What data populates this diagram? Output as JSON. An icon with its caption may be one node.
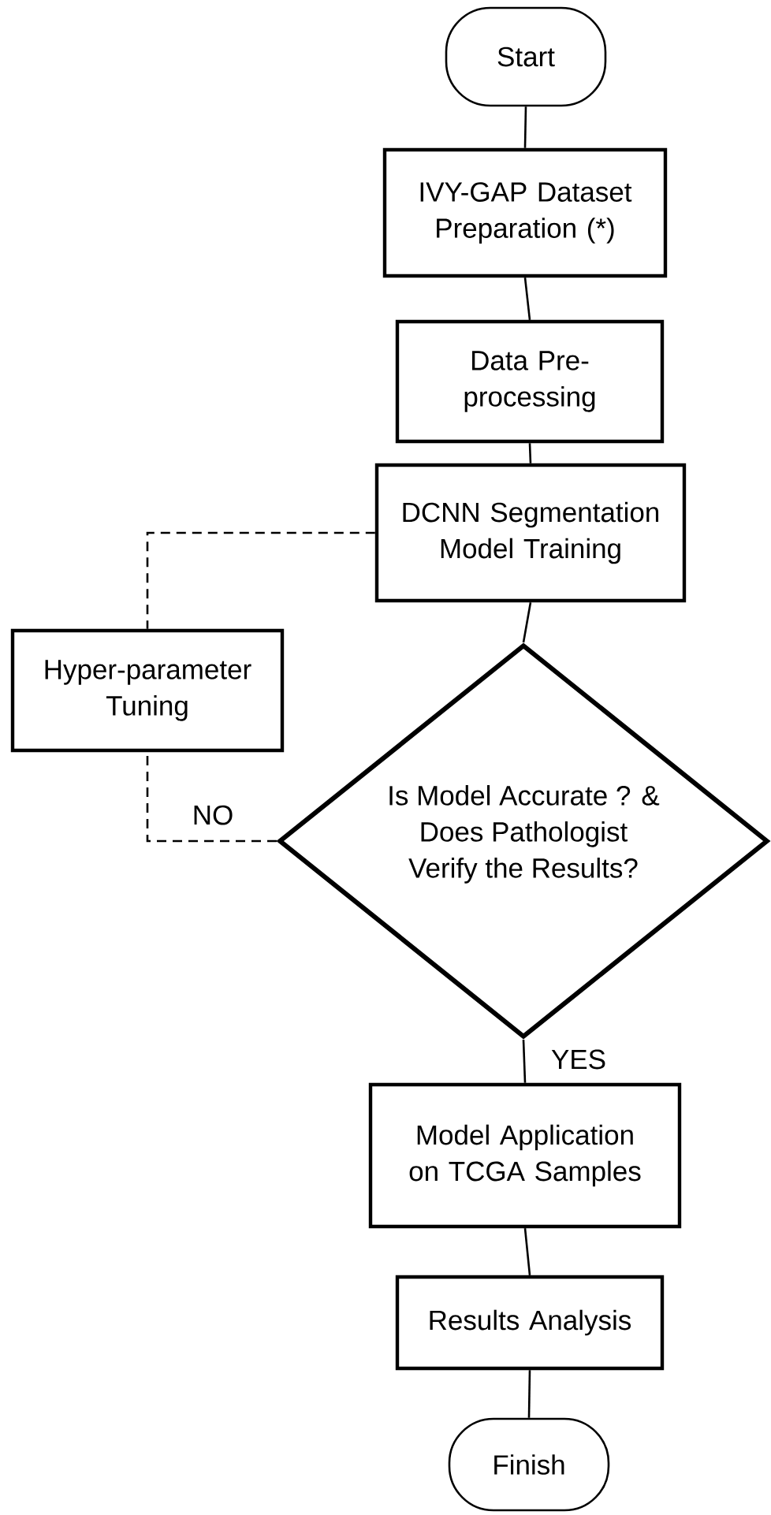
{
  "diagram": {
    "nodes": [
      {
        "text": [
          "Start"
        ]
      },
      {
        "text": [
          "IVY-GAP Dataset Preparation (*)"
        ]
      },
      {
        "text": [
          "Data Pre-processing"
        ]
      },
      {
        "text": [
          "DCNN Segmentation Model Training"
        ]
      },
      {
        "text": [
          "Hyper-parameter Tuning"
        ]
      },
      {
        "text": [
          "Is Model Accurate ? & Does Pathologist Verify the Results?"
        ]
      },
      {
        "text": [
          "Model Application on TCGA Samples"
        ]
      },
      {
        "text": [
          "Results Analysis"
        ]
      },
      {
        "text": [
          "Finish"
        ]
      }
    ],
    "edges": [
      {
        "from": 0,
        "to": 1,
        "arrow": "none"
      },
      {
        "from": 1,
        "to": 2,
        "arrow": "none"
      },
      {
        "from": 2,
        "to": 3,
        "arrow": "none"
      },
      {
        "from": 3,
        "to": 5,
        "arrow": "none"
      },
      {
        "from": 3,
        "to": 4,
        "arrow": "none",
        "style": "dashed"
      },
      {
        "from": 5,
        "to": 4,
        "arrow": "none",
        "style": "dashed",
        "label": "NO"
      },
      {
        "from": 5,
        "to": 6,
        "arrow": "none",
        "label": "YES"
      },
      {
        "from": 6,
        "to": 7,
        "arrow": "none"
      },
      {
        "from": 7,
        "to": 8,
        "arrow": "none"
      }
    ]
  }
}
